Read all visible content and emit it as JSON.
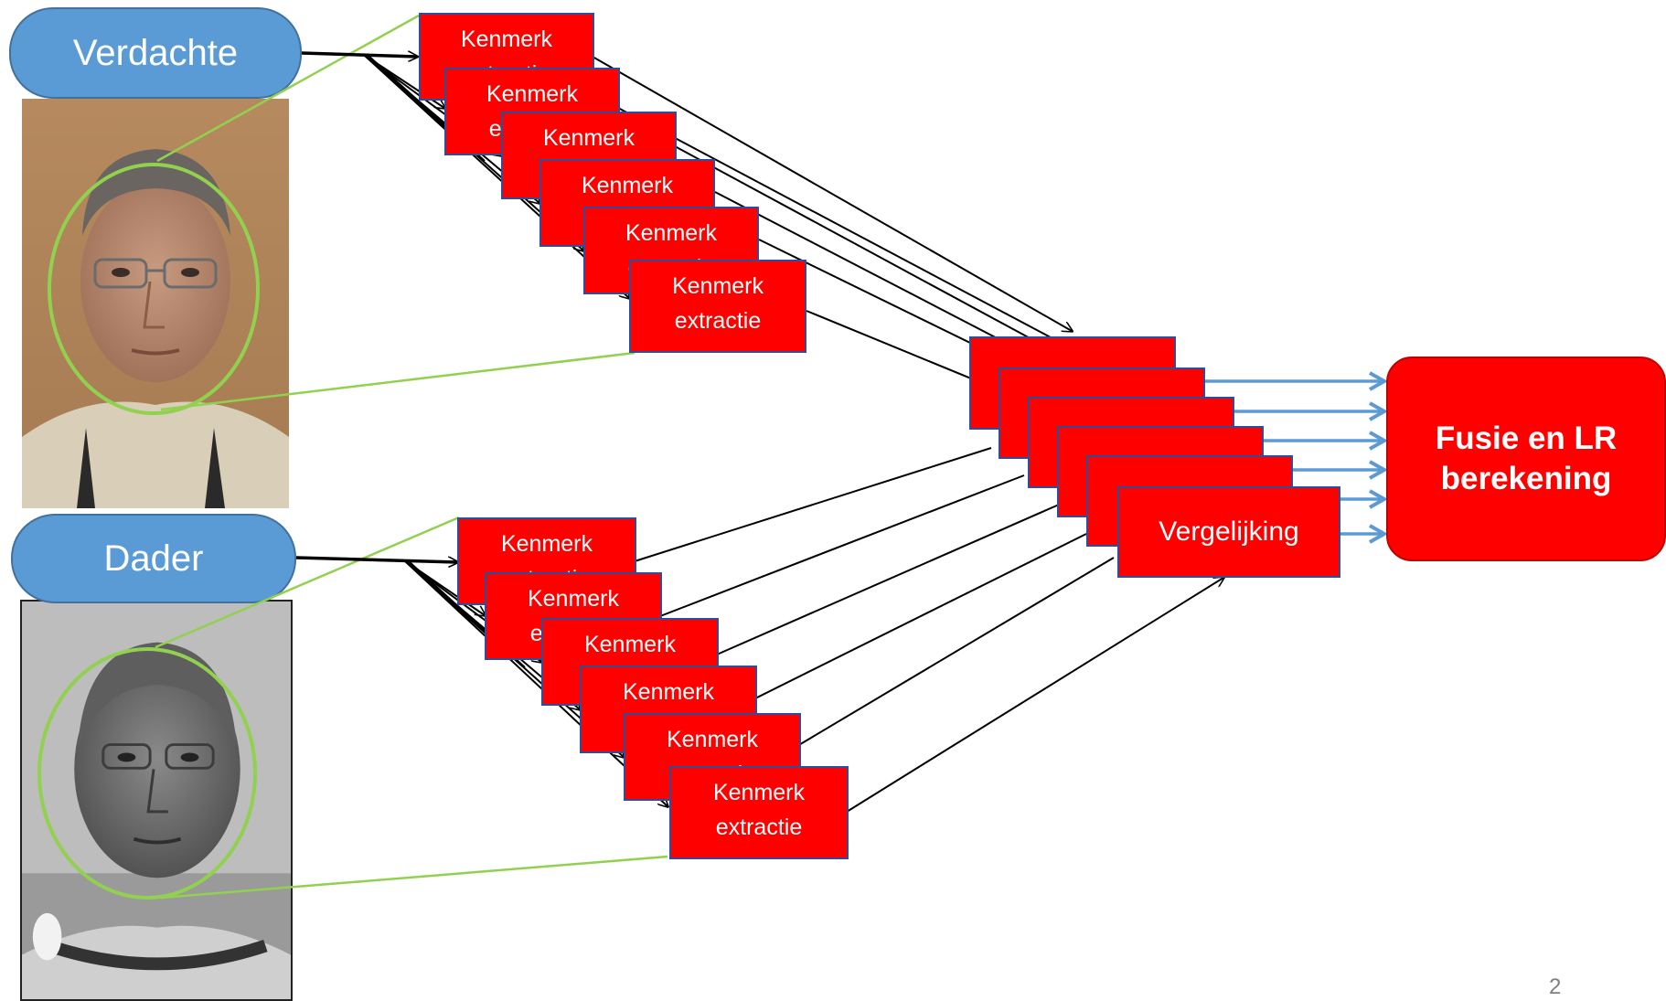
{
  "suspect": {
    "label": "Verdachte"
  },
  "perpetrator": {
    "label": "Dader"
  },
  "feature_box_label": "Kenmerk extractie",
  "feature_top_line": "Kenmerk",
  "feature_bottom_line": "extractie",
  "comparison_label": "Vergelijking",
  "fusion": {
    "line1": "Fusie en LR",
    "line2": "berekening"
  },
  "page_number": "2",
  "colors": {
    "pill_blue": "#5b9bd5",
    "box_red": "#ff0000",
    "box_border": "#2f4e9a",
    "face_outline_green": "#92d050",
    "arrow_blue": "#5b9bd5"
  }
}
